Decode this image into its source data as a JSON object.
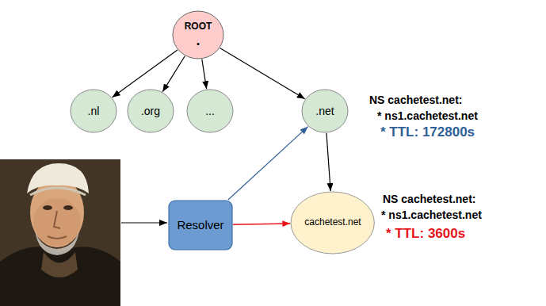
{
  "diagram": {
    "nodes": [
      {
        "text": [
          "ROOT",
          "."
        ]
      },
      {
        "text": [
          ".nl"
        ]
      },
      {
        "text": [
          ".org"
        ]
      },
      {
        "text": [
          "..."
        ]
      },
      {
        "text": [
          ".net"
        ]
      },
      {
        "text": [
          "Resolver"
        ]
      },
      {
        "text": [
          "cachetest.net"
        ]
      }
    ],
    "edges": [
      {
        "from": 0,
        "to": 1,
        "arrow": "to"
      },
      {
        "from": 0,
        "to": 2,
        "arrow": "to"
      },
      {
        "from": 0,
        "to": 3,
        "arrow": "to"
      },
      {
        "from": 0,
        "to": 4,
        "arrow": "to"
      },
      {
        "from": 4,
        "to": 6,
        "arrow": "to"
      },
      {
        "from": 5,
        "to": 4,
        "arrow": "to"
      },
      {
        "from": 5,
        "to": 6,
        "arrow": "to"
      }
    ],
    "labels": [
      "NS cachetest.net:",
      "* ns1.cachetest.net",
      "* TTL: 172800s",
      "NS cachetest.net:",
      "* ns1.cachetest.net",
      "* TTL: 3600s"
    ]
  }
}
